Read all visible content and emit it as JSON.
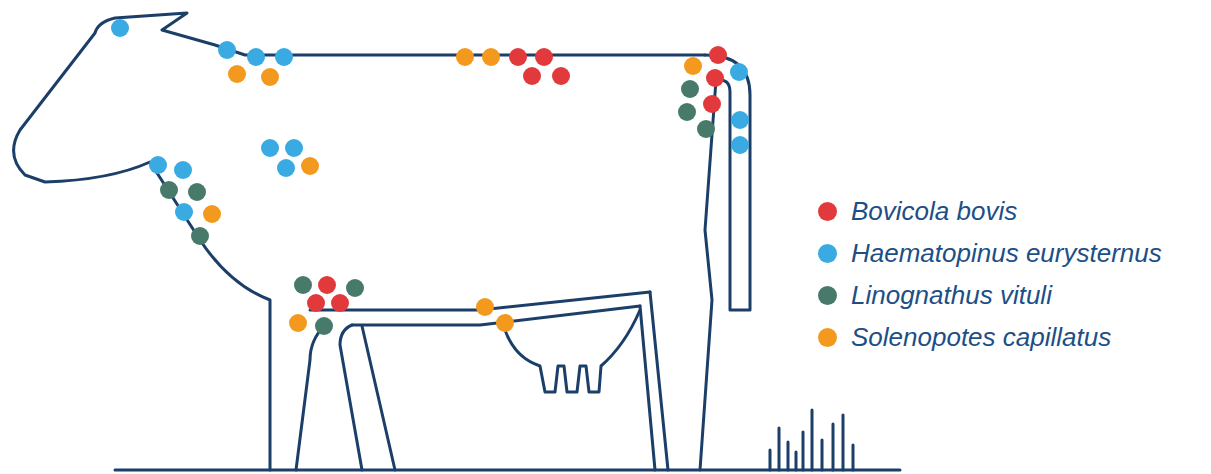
{
  "diagram": {
    "legend": [
      {
        "text": "Bovicola bovis",
        "color": "#e23a3c"
      },
      {
        "text": "Haematopinus eurysternus",
        "color": "#3aaae2"
      },
      {
        "text": "Linognathus vituli",
        "color": "#477a6a"
      },
      {
        "text": "Solenopotes capillatus",
        "color": "#f39a1e"
      }
    ]
  }
}
